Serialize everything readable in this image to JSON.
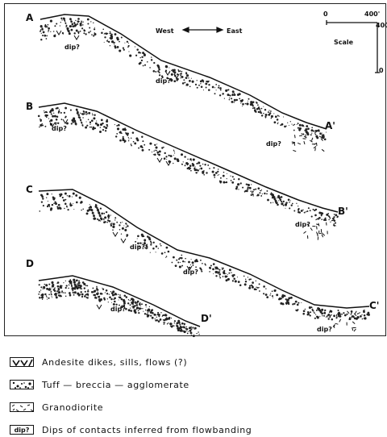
{
  "direction": {
    "west": "West",
    "east": "East",
    "arrow": "⟵⟶"
  },
  "scale": {
    "zero_h": "0",
    "value_h": "400'",
    "value_v": "400'",
    "zero_v": "0",
    "label": "Scale"
  },
  "sections": [
    {
      "start": "A",
      "end": "A'"
    },
    {
      "start": "B",
      "end": "B'"
    },
    {
      "start": "C",
      "end": "C'"
    },
    {
      "start": "D",
      "end": "D'"
    }
  ],
  "dip_label": "dip?",
  "legend": [
    {
      "symbol": "andesite-icon",
      "text": "Andesite  dikes,  sills,  flows (?)"
    },
    {
      "symbol": "tuff-icon",
      "text": "Tuff — breccia — agglomerate"
    },
    {
      "symbol": "granodiorite-icon",
      "text": "Granodiorite"
    },
    {
      "symbol": "dip",
      "symbol_text": "dip?",
      "text": "Dips  of  contacts  inferred  from flowbanding"
    }
  ]
}
